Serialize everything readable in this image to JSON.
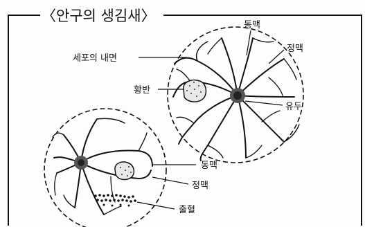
{
  "title": "〈안구의 생김새〉",
  "labels": {
    "top_artery": "동맥",
    "top_vein": "정맥",
    "inner_cell_surface": "세포의 내면",
    "macula": "황반",
    "optic_disc": "유두",
    "bottom_artery": "동맥",
    "bottom_vein": "정맥",
    "hemorrhage": "출혈"
  }
}
